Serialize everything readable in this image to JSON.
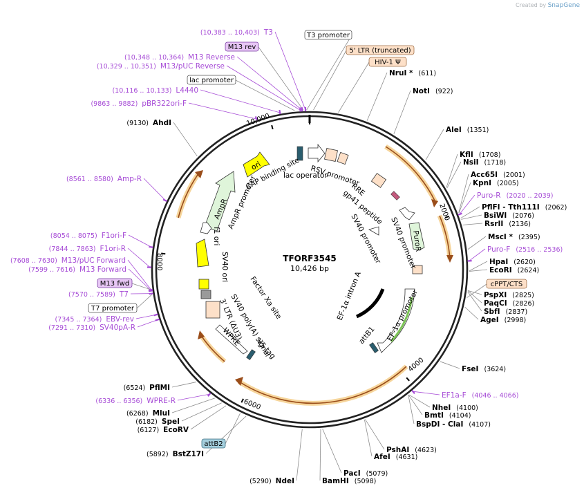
{
  "credit": {
    "prefix": "Created by",
    "brand": "SnapGene"
  },
  "plasmid": {
    "name": "TFORF3545",
    "size": "10,426 bp",
    "length": 10426
  },
  "ticks": [
    "10,000",
    "2000",
    "4000",
    "6000",
    "8000"
  ],
  "enzymes_left": [
    {
      "pos": "(9130)",
      "name": "AhdI"
    },
    {
      "pos": "(6524)",
      "name": "PflMI"
    },
    {
      "pos": "(6268)",
      "name": "MluI"
    },
    {
      "pos": "(6182)",
      "name": "SpeI"
    },
    {
      "pos": "(6127)",
      "name": "EcoRV"
    },
    {
      "pos": "(5892)",
      "name": "BstZ17I"
    },
    {
      "pos": "(5290)",
      "name": "NdeI"
    }
  ],
  "enzymes_right": [
    {
      "name": "NruI *",
      "pos": "(611)"
    },
    {
      "name": "NotI",
      "pos": "(922)"
    },
    {
      "name": "AleI",
      "pos": "(1351)"
    },
    {
      "name": "KflI",
      "pos": "(1708)"
    },
    {
      "name": "NsiI",
      "pos": "(1718)"
    },
    {
      "name": "Acc65I",
      "pos": "(2001)"
    },
    {
      "name": "KpnI",
      "pos": "(2005)"
    },
    {
      "name": "PflFI - Tth111I",
      "pos": "(2062)"
    },
    {
      "name": "BsiWI",
      "pos": "(2076)"
    },
    {
      "name": "RsrII",
      "pos": "(2136)"
    },
    {
      "name": "MscI *",
      "pos": "(2395)"
    },
    {
      "name": "HpaI",
      "pos": "(2620)"
    },
    {
      "name": "EcoRI",
      "pos": "(2624)"
    },
    {
      "name": "PspXI",
      "pos": "(2825)"
    },
    {
      "name": "PaqCI",
      "pos": "(2826)"
    },
    {
      "name": "SbfI",
      "pos": "(2837)"
    },
    {
      "name": "AgeI",
      "pos": "(2998)"
    },
    {
      "name": "FseI",
      "pos": "(3624)"
    },
    {
      "name": "NheI",
      "pos": "(4100)"
    },
    {
      "name": "BmtI",
      "pos": "(4104)"
    },
    {
      "name": "BspDI - ClaI",
      "pos": "(4107)"
    },
    {
      "name": "PshAI",
      "pos": "(4623)"
    },
    {
      "name": "AfeI",
      "pos": "(4631)"
    },
    {
      "name": "PacI",
      "pos": "(5079)"
    },
    {
      "name": "BamHI",
      "pos": "(5098)"
    }
  ],
  "primers_left": [
    {
      "pos": "(10,383 .. 10,403)",
      "name": "T3"
    },
    {
      "pos": "(10,348 .. 10,364)",
      "name": "M13 Reverse"
    },
    {
      "pos": "(10,329 .. 10,351)",
      "name": "M13/pUC Reverse"
    },
    {
      "pos": "(10,116 .. 10,133)",
      "name": "L4440"
    },
    {
      "pos": "(9863 .. 9882)",
      "name": "pBR322ori-F"
    },
    {
      "pos": "(8561 .. 8580)",
      "name": "Amp-R"
    },
    {
      "pos": "(8054 .. 8075)",
      "name": "F1ori-F"
    },
    {
      "pos": "(7844 .. 7863)",
      "name": "F1ori-R"
    },
    {
      "pos": "(7608 .. 7630)",
      "name": "M13/pUC Forward"
    },
    {
      "pos": "(7599 .. 7616)",
      "name": "M13 Forward"
    },
    {
      "pos": "(7570 .. 7589)",
      "name": "T7"
    },
    {
      "pos": "(7345 .. 7364)",
      "name": "EBV-rev"
    },
    {
      "pos": "(7291 .. 7310)",
      "name": "SV40pA-R"
    },
    {
      "pos": "(6336 .. 6356)",
      "name": "WPRE-R"
    }
  ],
  "primers_right": [
    {
      "name": "Puro-R",
      "pos": "(2020 .. 2039)"
    },
    {
      "name": "Puro-F",
      "pos": "(2516 .. 2536)"
    },
    {
      "name": "EF1a-F",
      "pos": "(4046 .. 4066)"
    }
  ],
  "boxed_labels": [
    {
      "text": "T3 promoter",
      "kind": "plain"
    },
    {
      "text": "M13 rev",
      "kind": "primer"
    },
    {
      "text": "5' LTR (truncated)",
      "kind": "ltr"
    },
    {
      "text": "HIV-1 Ψ",
      "kind": "ltr"
    },
    {
      "text": "lac promoter",
      "kind": "plain"
    },
    {
      "text": "cPPT/CTS",
      "kind": "ltr"
    },
    {
      "text": "M13 fwd",
      "kind": "primer"
    },
    {
      "text": "T7 promoter",
      "kind": "plain"
    },
    {
      "text": "attB2",
      "kind": "att"
    }
  ],
  "inner_features": [
    {
      "name": "RSV promoter"
    },
    {
      "name": "RRE"
    },
    {
      "name": "gp41 peptide"
    },
    {
      "name": "SV40 promoter"
    },
    {
      "name": "PuroR"
    },
    {
      "name": "SV40 promoter"
    },
    {
      "name": "EF-1α intron A"
    },
    {
      "name": "EF-1α promoter"
    },
    {
      "name": "attB1"
    },
    {
      "name": "V5 tag"
    },
    {
      "name": "SV40 poly(A) signal"
    },
    {
      "name": "Factor Xa site"
    },
    {
      "name": "3' LTR (ΔU3)"
    },
    {
      "name": "WPRE"
    },
    {
      "name": "SV40 ori"
    },
    {
      "name": "f1 ori"
    },
    {
      "name": "AmpR"
    },
    {
      "name": "AmpR promoter"
    },
    {
      "name": "ori"
    },
    {
      "name": "CAP binding site"
    },
    {
      "name": "lac operator"
    }
  ],
  "colors": {
    "backbone": "#222222",
    "enzyme_line": "#8c8c8c",
    "primer": "#a64bd6",
    "orf": "#9a4d1a",
    "orf_fill": "#f6d59b",
    "ltr_fill": "#fde0c8",
    "ori_fill": "#ffff00",
    "promoter_fill": "#dff5da",
    "att_fill": "#a5cfdd"
  }
}
